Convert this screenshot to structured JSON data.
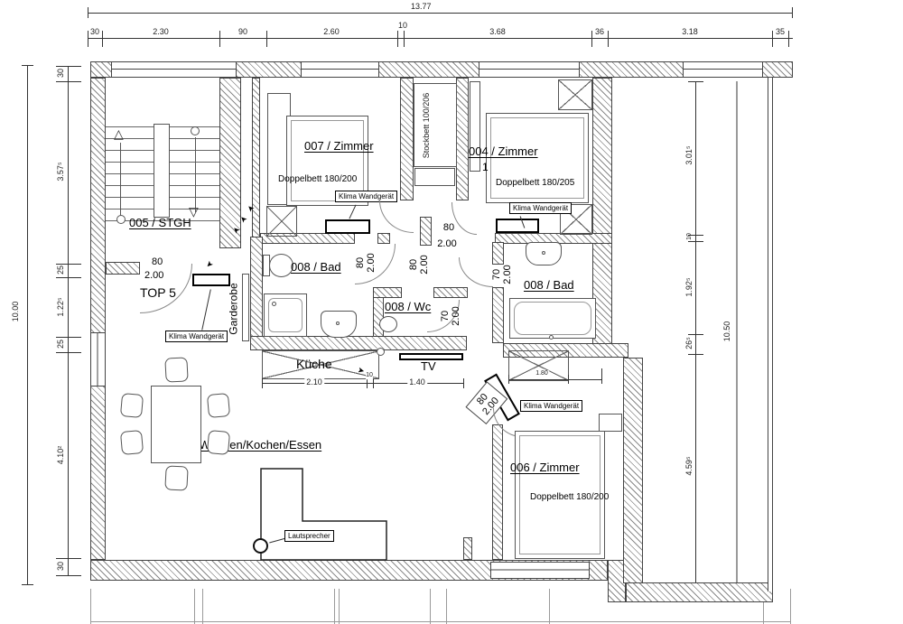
{
  "dimensions": {
    "overall_width": "13.77",
    "overall_height_left": "10.00",
    "overall_height_right": "10.50",
    "top_chain": [
      "30",
      "2.30",
      "90",
      "2.60",
      "10",
      "3.68",
      "36",
      "3.18",
      "35"
    ],
    "left_chain": [
      "30",
      "3.57⁵",
      "25",
      "1.22⁵",
      "25",
      "4.10²",
      "30"
    ],
    "right_chain": [
      "3.01⁵",
      "10",
      "1.92⁵",
      "26⁵",
      "4.59⁵"
    ],
    "kitchen_chain": [
      "2.10",
      "10",
      "1.40"
    ],
    "wardrobe_width": "1.80"
  },
  "rooms": {
    "stgh": "005 / STGH",
    "unit": "TOP 5",
    "zimmer007": "007 / Zimmer",
    "zimmer004": "004 / Zimmer",
    "zimmer004_note": "1",
    "zimmer006": "006 / Zimmer",
    "bad_left": "008 / Bad",
    "wc": "008 / Wc",
    "bad_right": "008 / Bad",
    "wohnen": "003 / Wohnen/Kochen/Essen",
    "kueche": "Küche",
    "garderobe": "Garderobe"
  },
  "furniture": {
    "bett_007": "Doppelbett 180/200",
    "bett_004": "Doppelbett 180/205",
    "bett_006": "Doppelbett 180/200",
    "stockbett": "Stockbett 100/206",
    "tv": "TV",
    "klima": "Klima Wandgerät",
    "lautsprecher": "Lautsprecher"
  },
  "doors": {
    "w80": "80",
    "w70": "70",
    "h": "2.00"
  }
}
